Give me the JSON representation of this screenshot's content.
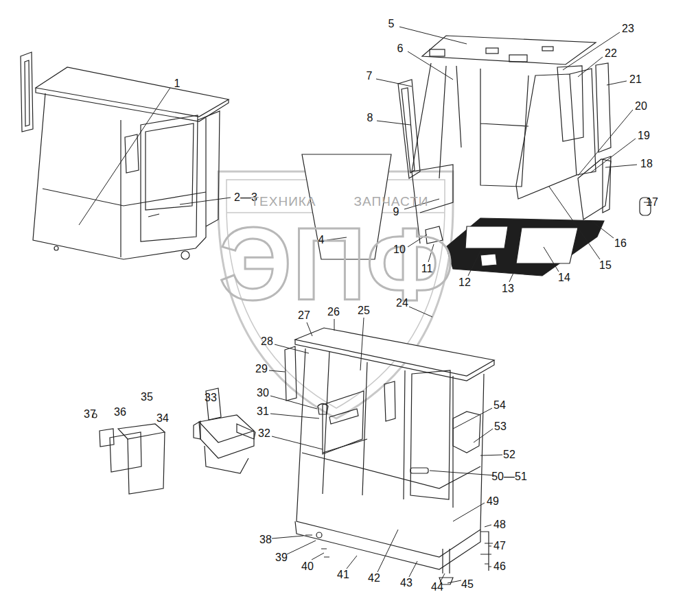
{
  "diagram": {
    "labels": [
      "1",
      "2—3",
      "4",
      "5",
      "6",
      "7",
      "8",
      "9",
      "10",
      "11",
      "12",
      "13",
      "14",
      "15",
      "16",
      "17",
      "18",
      "19",
      "20",
      "21",
      "22",
      "23",
      "24",
      "25",
      "26",
      "27",
      "28",
      "29",
      "30",
      "31",
      "32",
      "33",
      "34",
      "35",
      "36",
      "37",
      "38",
      "39",
      "40",
      "41",
      "42",
      "43",
      "44",
      "45",
      "46",
      "47",
      "48",
      "49",
      "50—51",
      "52",
      "53",
      "54",
      "ТЕХНИКА",
      "ЗАПЧАСТИ",
      "ЭПФ"
    ]
  }
}
